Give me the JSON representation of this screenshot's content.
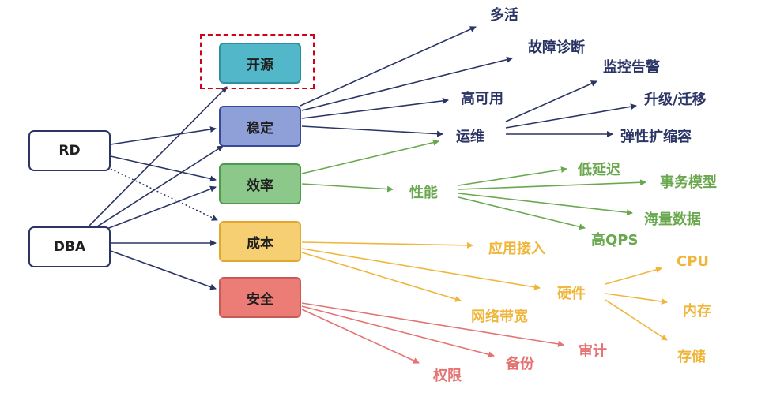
{
  "colors": {
    "navy": "#2b3565",
    "green": "#6aa84f",
    "orange": "#f0b63c",
    "red": "#e57373",
    "highlight": "#d0021b"
  },
  "roles": {
    "rd": "RD",
    "dba": "DBA"
  },
  "categories": {
    "open_source": "开源",
    "stability": "稳定",
    "efficiency": "效率",
    "cost": "成本",
    "security": "安全"
  },
  "stability": {
    "multi_active": "多活",
    "fault_diagnosis": "故障诊断",
    "high_availability": "高可用",
    "ops": "运维",
    "ops_children": [
      "监控告警",
      "升级/迁移",
      "弹性扩缩容"
    ]
  },
  "efficiency": {
    "performance": "性能",
    "performance_children": [
      "低延迟",
      "事务模型",
      "海量数据",
      "高QPS"
    ]
  },
  "cost": {
    "app_access": "应用接入",
    "hardware": "硬件",
    "bandwidth": "网络带宽",
    "hardware_children": [
      "CPU",
      "内存",
      "存储"
    ]
  },
  "security": {
    "audit": "审计",
    "backup": "备份",
    "permission": "权限"
  }
}
